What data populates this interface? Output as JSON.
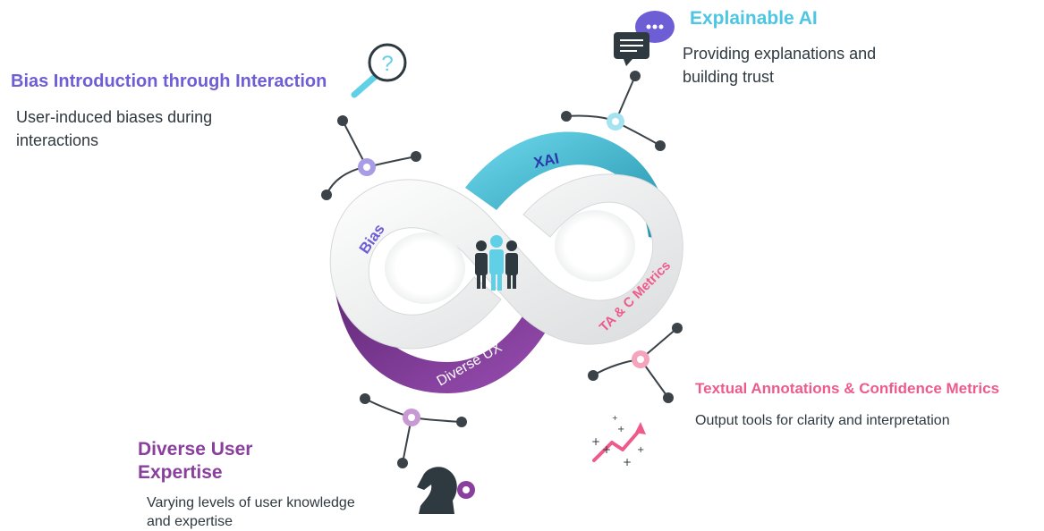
{
  "sections": {
    "bias": {
      "title": "Bias Introduction through Interaction",
      "description": "User-induced biases during interactions",
      "loop_label": "Bias",
      "color": "#6d5ed6"
    },
    "xai": {
      "title": "Explainable AI",
      "description": "Providing explanations and building trust",
      "loop_label": "XAI",
      "color": "#4cc6e3"
    },
    "ux": {
      "title": "Diverse User Expertise",
      "description": "Varying levels of user knowledge and expertise",
      "loop_label": "Diverse UX",
      "color": "#8a3f9e"
    },
    "tac": {
      "title": "Textual Annotations & Confidence Metrics",
      "description": "Output tools for clarity and interpretation",
      "loop_label": "TA & C Metrics",
      "color": "#ee5b8b"
    }
  },
  "icons": [
    "magnifier-question-icon",
    "chat-bubbles-icon",
    "chess-knight-gear-icon",
    "trend-arrow-icon",
    "people-group-icon"
  ]
}
